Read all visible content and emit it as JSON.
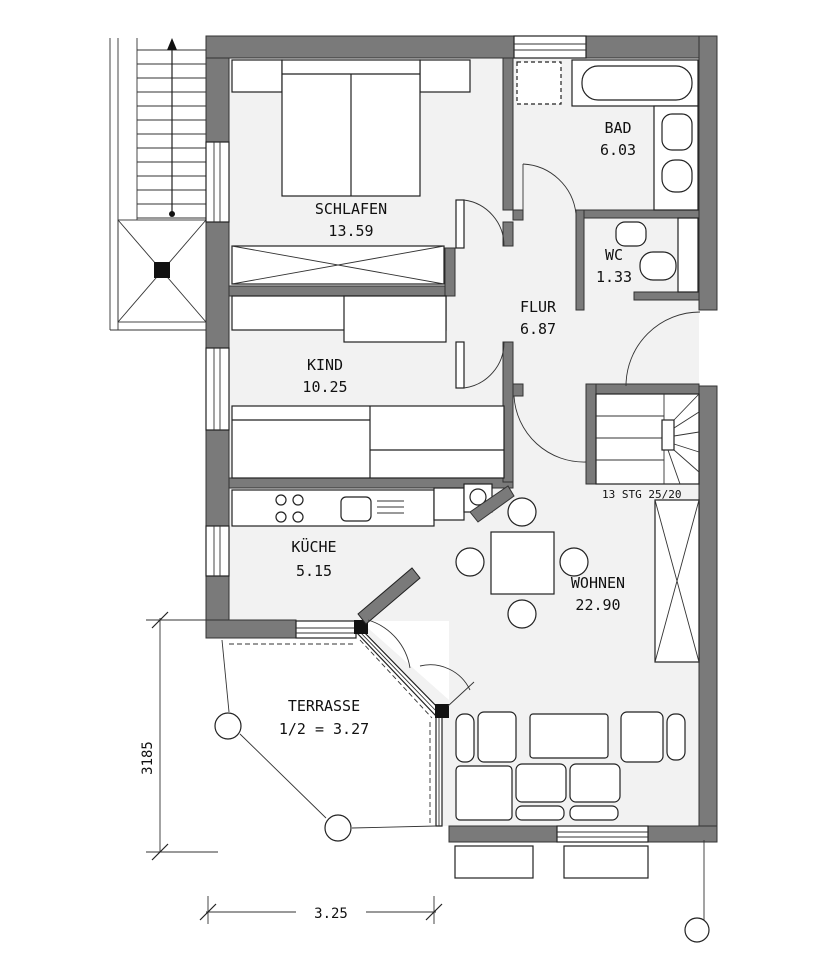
{
  "rooms": {
    "schlafen": {
      "name": "SCHLAFEN",
      "area": "13.59"
    },
    "bad": {
      "name": "BAD",
      "area": "6.03"
    },
    "wc": {
      "name": "WC",
      "area": "1.33"
    },
    "flur": {
      "name": "FLUR",
      "area": "6.87"
    },
    "kind": {
      "name": "KIND",
      "area": "10.25"
    },
    "kueche": {
      "name": "KÜCHE",
      "area": "5.15"
    },
    "wohnen": {
      "name": "WOHNEN",
      "area": "22.90"
    },
    "terrasse": {
      "name": "TERRASSE",
      "area": "1/2 = 3.27"
    }
  },
  "stairs": {
    "label": "13 STG 25/20"
  },
  "dimensions": {
    "width": "3.25",
    "height": "3185"
  },
  "colors": {
    "wall": "#7a7a7a",
    "floor": "#f2f2f2",
    "line": "#222222"
  }
}
